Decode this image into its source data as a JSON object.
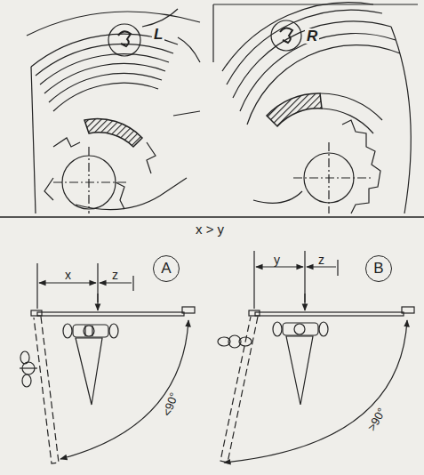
{
  "diagram": {
    "nodes": [
      {
        "text": [
          "A"
        ]
      },
      {
        "text": [
          "B"
        ]
      }
    ],
    "labels": [
      "L",
      "R",
      "x > y",
      "x",
      "z",
      "<90°",
      "y",
      "z",
      ">90°"
    ]
  }
}
